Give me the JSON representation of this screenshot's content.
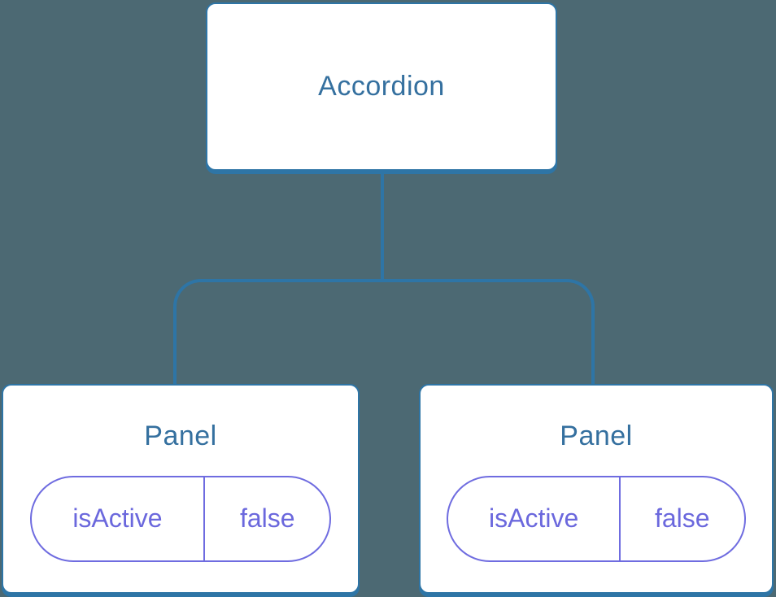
{
  "colors": {
    "background": "#4c6973",
    "connector": "#2e75a6",
    "node_border": "#2e75a6",
    "node_background": "#ffffff",
    "node_label_text": "#35709f",
    "state_pill": "#6b68dd"
  },
  "tree": {
    "root": {
      "label": "Accordion"
    },
    "children": [
      {
        "label": "Panel",
        "state": {
          "key": "isActive",
          "value": "false"
        }
      },
      {
        "label": "Panel",
        "state": {
          "key": "isActive",
          "value": "false"
        }
      }
    ]
  }
}
